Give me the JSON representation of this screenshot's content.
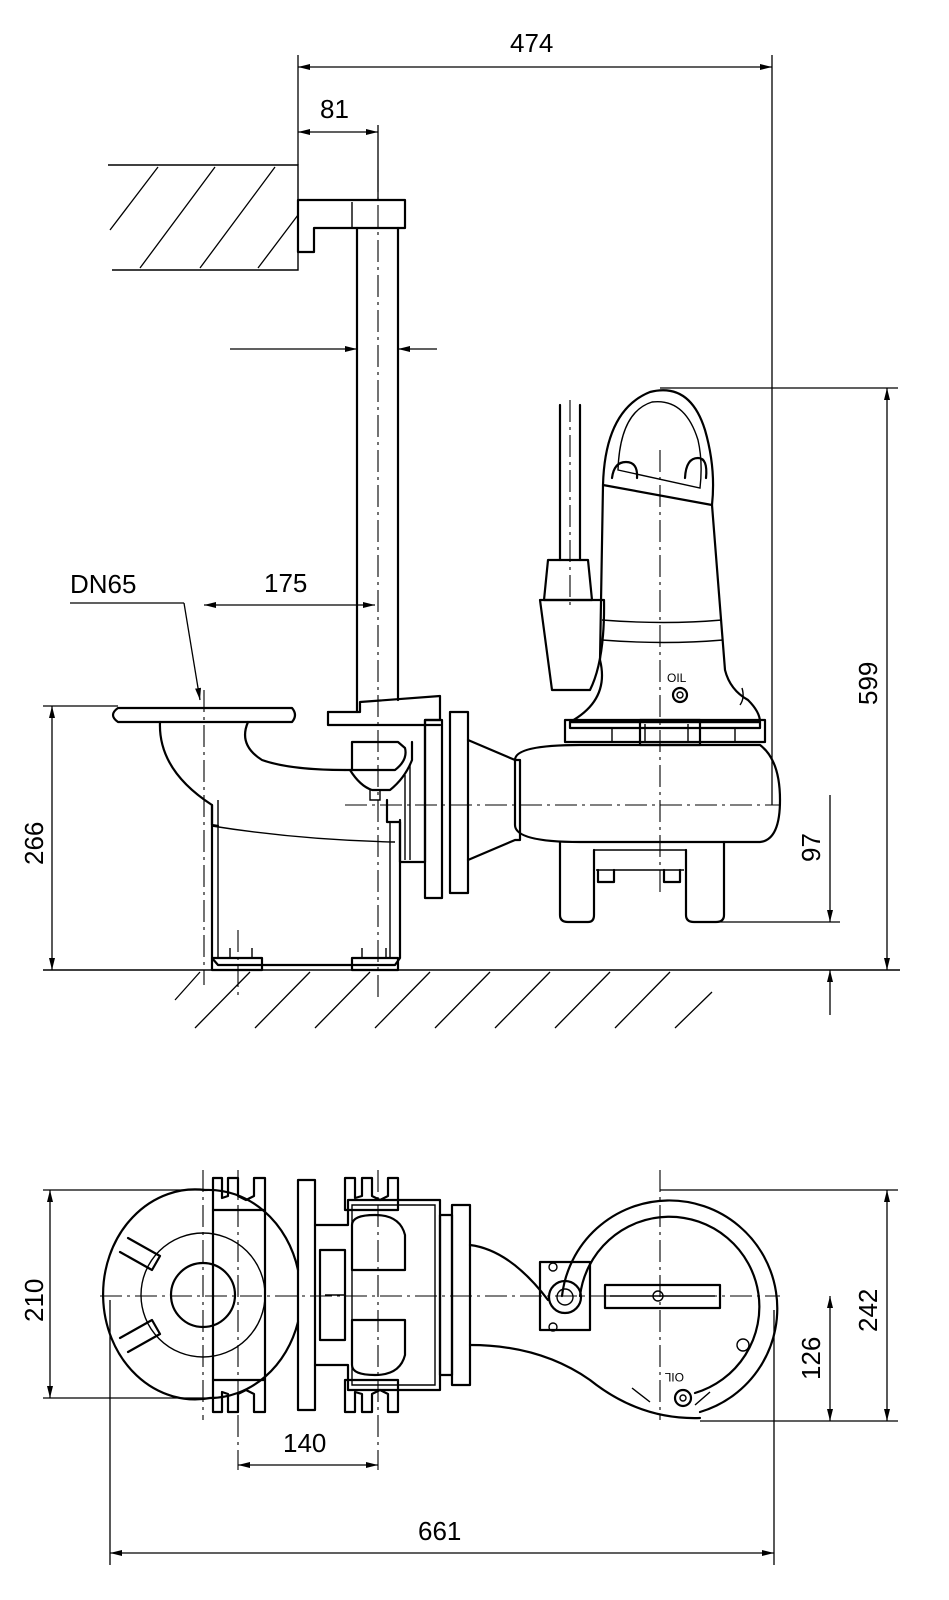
{
  "front_view": {
    "dim_overall_width": "474",
    "dim_rail_offset": "81",
    "dim_pipe_offset": "175",
    "label_outlet": "DN65",
    "dim_base_height": "266",
    "dim_total_height": "599",
    "dim_foot_height": "97",
    "oil_label": "OIL"
  },
  "top_view": {
    "dim_width_left": "210",
    "dim_width_right": "242",
    "dim_offset_right": "126",
    "dim_bolt_spacing": "140",
    "dim_overall_length": "661",
    "oil_label": "OIL"
  }
}
